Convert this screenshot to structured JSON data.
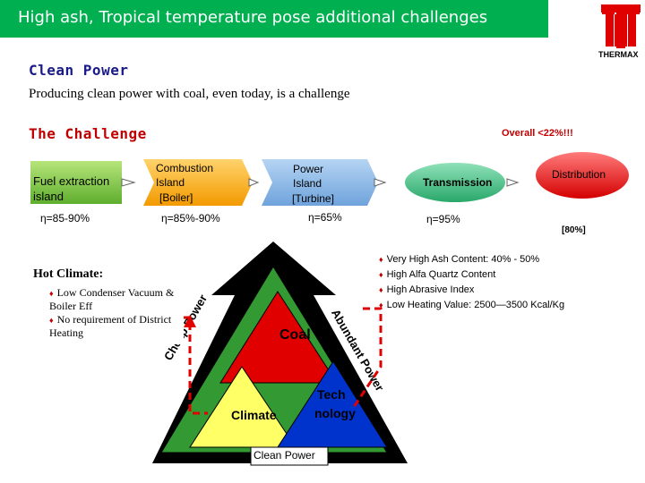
{
  "title": "High ash, Tropical temperature pose additional challenges",
  "logo": {
    "text": "THERMAX"
  },
  "subtitle": "Clean Power",
  "tagline": "Producing clean power with coal, even today, is a challenge",
  "challenge_heading": "The Challenge",
  "overall": "Overall <22%!!!",
  "chain": {
    "fuel": "Fuel extraction island",
    "fuel_eff": "η=85-90%",
    "combustion_l1": "Combustion",
    "combustion_l2": "Island",
    "combustion_l3": "[Boiler]",
    "combustion_eff": "η=85%-90%",
    "power_l1": "Power",
    "power_l2": "Island",
    "power_l3": "[Turbine]",
    "power_eff": "η=65%",
    "transmission": "Transmission",
    "transmission_eff": "η=95%",
    "distribution": "Distribution",
    "distribution_eff": "[80%]"
  },
  "hot_climate": {
    "title": "Hot Climate:",
    "items": [
      "Low Condenser Vacuum & Boiler Eff",
      "No requirement of District Heating"
    ]
  },
  "coal_bullets": [
    "Very High Ash Content: 40% - 50%",
    "High Alfa Quartz Content",
    "High Abrasive Index",
    "Low Heating Value: 2500—3500 Kcal/Kg"
  ],
  "triangle": {
    "coal": "Coal",
    "climate": "Climate",
    "technology_l1": "Tech",
    "technology_l2": "nology",
    "cheap_power": "Cheap Power",
    "abundant_power": "Abundant Power",
    "clean_power": "Clean Power"
  },
  "colors": {
    "title_bar": "#00b050",
    "logo_red": "#e00000",
    "heading_blue": "#1a1a8a",
    "heading_red": "#c00000",
    "triangle_green": "#339933",
    "coal_red": "#e00000",
    "climate_yellow": "#ffff66",
    "technology_blue": "#0033cc"
  }
}
